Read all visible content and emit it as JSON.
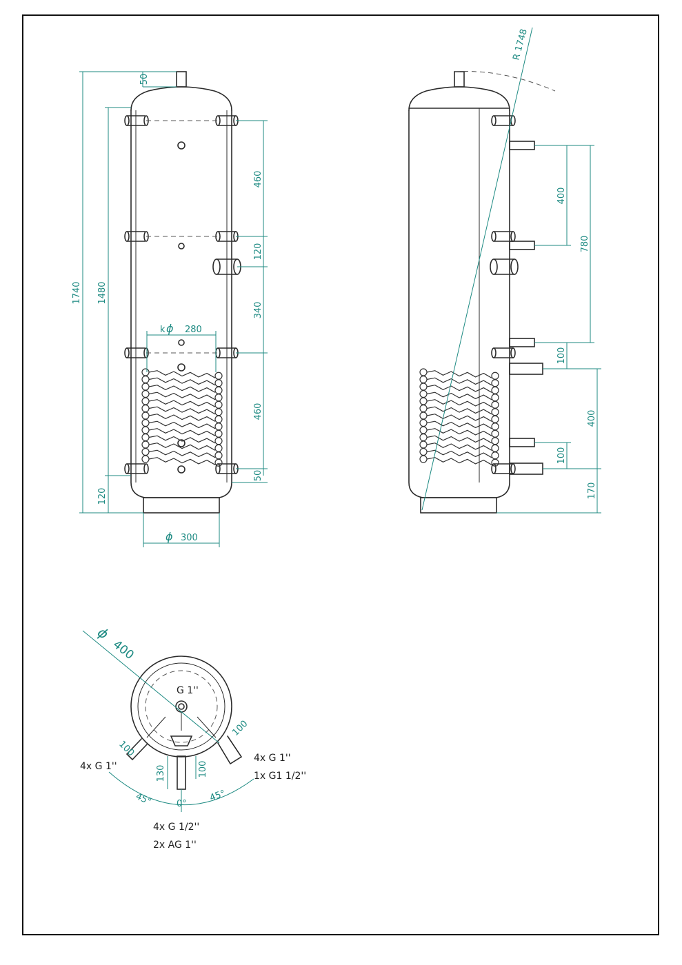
{
  "front_view": {
    "dims": {
      "overall_height": "1740",
      "body_height": "1480",
      "bottom_offset": "120",
      "top_nozzle": "50",
      "seg_1": "460",
      "seg_2": "120",
      "seg_3": "340",
      "seg_4": "460",
      "seg_5": "50",
      "coil_diameter_prefix": "k",
      "coil_diameter_symbol": "ϕ",
      "coil_diameter": "280",
      "foot_diameter_symbol": "ϕ",
      "foot_diameter": "300"
    }
  },
  "side_view": {
    "dims": {
      "radius": "R 1748",
      "upper_a": "400",
      "upper_b": "780",
      "mid_gap": "100",
      "coil_span": "400",
      "lower_gap": "100",
      "base": "170"
    }
  },
  "top_view": {
    "dims": {
      "diameter_symbol": "ϕ",
      "diameter": "400",
      "center_port": "G 1''",
      "left_stub": "100",
      "right_stub": "100",
      "center_stub_a": "130",
      "center_stub_b": "100",
      "angle_left": "45°",
      "angle_center": "0°",
      "angle_right": "45°"
    },
    "labels": {
      "left_ports": "4x G 1''",
      "right_ports_1": "4x G 1''",
      "right_ports_2": "1x G1 1/2''",
      "bottom_ports_1": "4x G 1/2''",
      "bottom_ports_2": "2x AG 1''"
    }
  }
}
